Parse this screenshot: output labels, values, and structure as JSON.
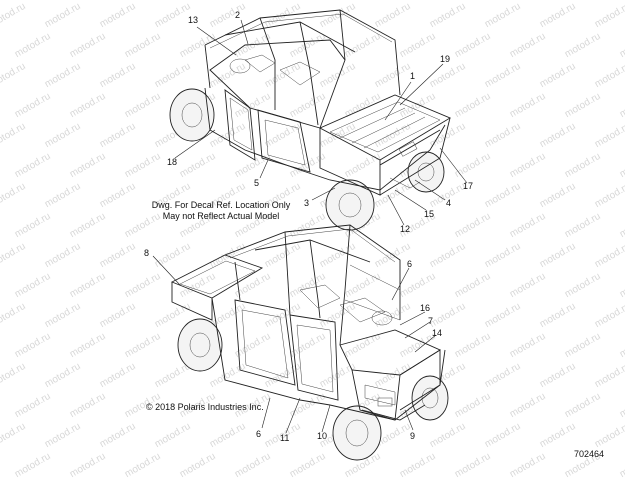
{
  "diagram": {
    "note_line1": "Dwg. For Decal Ref. Location Only",
    "note_line2": "May not Reflect Actual Model",
    "copyright": "© 2018 Polaris Industries Inc.",
    "drawing_number": "702464",
    "watermark": "motod.ru",
    "callouts_top": [
      {
        "id": "c13",
        "label": "13"
      },
      {
        "id": "c2",
        "label": "2"
      },
      {
        "id": "c19",
        "label": "19"
      },
      {
        "id": "c1",
        "label": "1"
      },
      {
        "id": "c18",
        "label": "18"
      },
      {
        "id": "c5",
        "label": "5"
      },
      {
        "id": "c17",
        "label": "17"
      },
      {
        "id": "c3",
        "label": "3"
      },
      {
        "id": "c4",
        "label": "4"
      },
      {
        "id": "c15",
        "label": "15"
      },
      {
        "id": "c12",
        "label": "12"
      }
    ],
    "callouts_bottom": [
      {
        "id": "c8",
        "label": "8"
      },
      {
        "id": "c6a",
        "label": "6"
      },
      {
        "id": "c16",
        "label": "16"
      },
      {
        "id": "c7",
        "label": "7"
      },
      {
        "id": "c14",
        "label": "14"
      },
      {
        "id": "c6b",
        "label": "6"
      },
      {
        "id": "c11",
        "label": "11"
      },
      {
        "id": "c10",
        "label": "10"
      },
      {
        "id": "c9",
        "label": "9"
      }
    ]
  }
}
